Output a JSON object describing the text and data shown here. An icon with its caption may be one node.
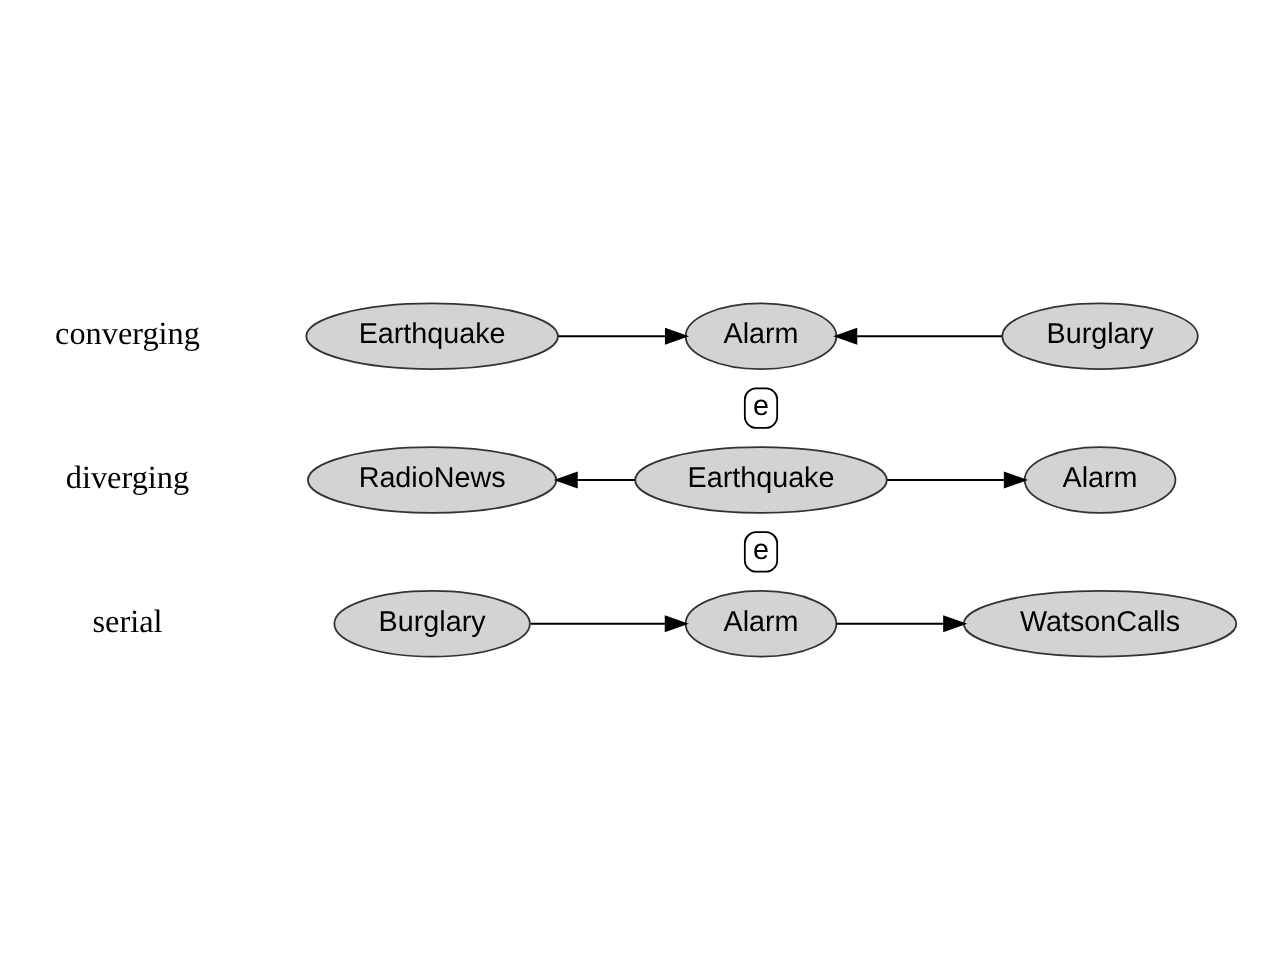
{
  "diagram": {
    "nodes": [
      {
        "text": [
          "Burglary"
        ]
      },
      {
        "text": [
          "Alarm"
        ]
      },
      {
        "text": [
          "e"
        ]
      },
      {
        "text": [
          "WatsonCalls"
        ]
      },
      {
        "text": [
          "RadioNews"
        ]
      },
      {
        "text": [
          "Earthquake"
        ]
      },
      {
        "text": [
          "e"
        ]
      },
      {
        "text": [
          "Alarm"
        ]
      },
      {
        "text": [
          "Earthquake"
        ]
      },
      {
        "text": [
          "Alarm"
        ]
      },
      {
        "text": [
          "Burglary"
        ]
      }
    ],
    "edges": [
      {
        "from": 0,
        "to": 1,
        "arrow": "to"
      },
      {
        "from": 1,
        "to": 3,
        "arrow": "to"
      },
      {
        "from": 5,
        "to": 4,
        "arrow": "to"
      },
      {
        "from": 5,
        "to": 7,
        "arrow": "to"
      },
      {
        "from": 8,
        "to": 9,
        "arrow": "to"
      },
      {
        "from": 10,
        "to": 9,
        "arrow": "to"
      }
    ],
    "labels": [
      "serial",
      "diverging",
      "converging"
    ]
  }
}
